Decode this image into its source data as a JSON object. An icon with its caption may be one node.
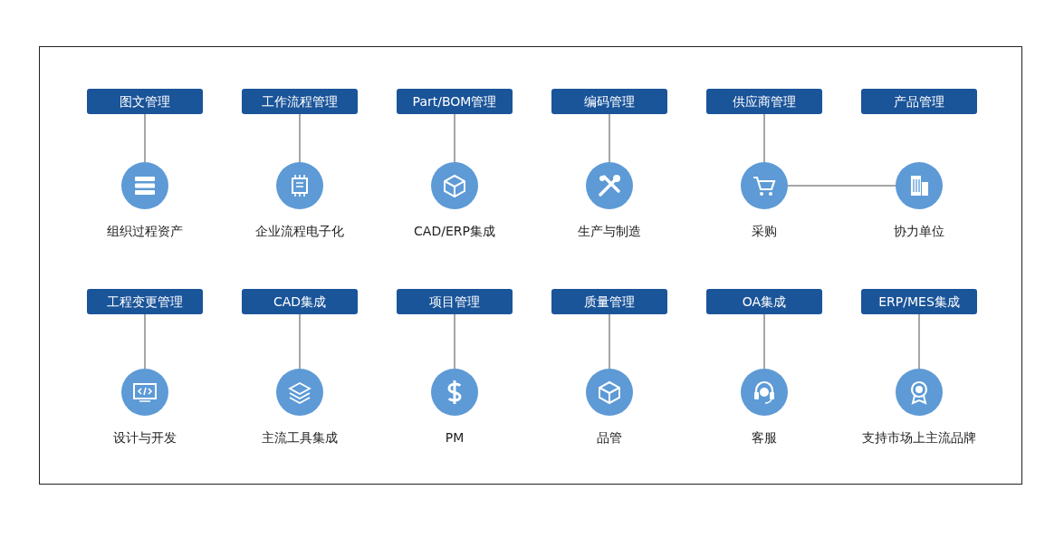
{
  "diagram": {
    "nodes": [
      {
        "text": [
          "图文管理"
        ]
      },
      {
        "text": [
          "工作流程管理"
        ]
      },
      {
        "text": [
          "Part/BOM管理"
        ]
      },
      {
        "text": [
          "编码管理"
        ]
      },
      {
        "text": [
          "供应商管理"
        ]
      },
      {
        "text": [
          "产品管理"
        ]
      },
      {
        "text": [],
        "shape": "circle",
        "beside": [
          "组织过程资产"
        ]
      },
      {
        "text": [],
        "shape": "circle",
        "beside": [
          "企业流程电子化"
        ]
      },
      {
        "text": [],
        "shape": "circle",
        "beside": [
          "CAD/ERP集成"
        ]
      },
      {
        "text": [],
        "shape": "circle",
        "beside": [
          "生产与制造"
        ]
      },
      {
        "text": [],
        "shape": "circle",
        "beside": [
          "采购"
        ]
      },
      {
        "text": [],
        "shape": "circle",
        "beside": [
          "协力单位"
        ]
      },
      {
        "text": [
          "工程变更管理"
        ]
      },
      {
        "text": [
          "CAD集成"
        ]
      },
      {
        "text": [
          "项目管理"
        ]
      },
      {
        "text": [
          "质量管理"
        ]
      },
      {
        "text": [
          "OA集成"
        ]
      },
      {
        "text": [
          "ERP/MES集成"
        ]
      },
      {
        "text": [],
        "shape": "circle",
        "beside": [
          "设计与开发"
        ]
      },
      {
        "text": [],
        "shape": "circle",
        "beside": [
          "主流工具集成"
        ]
      },
      {
        "text": [],
        "shape": "circle",
        "beside": [
          "PM"
        ]
      },
      {
        "text": [],
        "shape": "circle",
        "beside": [
          "品管"
        ]
      },
      {
        "text": [],
        "shape": "circle",
        "beside": [
          "客服"
        ]
      },
      {
        "text": [],
        "shape": "circle",
        "beside": [
          "支持市场上主流品牌"
        ]
      }
    ],
    "edges": [
      {
        "from": 0,
        "to": 6,
        "arrow": "none"
      },
      {
        "from": 1,
        "to": 7,
        "arrow": "none"
      },
      {
        "from": 2,
        "to": 8,
        "arrow": "none"
      },
      {
        "from": 3,
        "to": 9,
        "arrow": "none"
      },
      {
        "from": 4,
        "to": 10,
        "arrow": "none"
      },
      {
        "from": 10,
        "to": 11,
        "arrow": "none"
      },
      {
        "from": 12,
        "to": 18,
        "arrow": "none"
      },
      {
        "from": 13,
        "to": 19,
        "arrow": "none"
      },
      {
        "from": 14,
        "to": 20,
        "arrow": "none"
      },
      {
        "from": 15,
        "to": 21,
        "arrow": "none"
      },
      {
        "from": 16,
        "to": 22,
        "arrow": "none"
      },
      {
        "from": 17,
        "to": 23,
        "arrow": "none"
      }
    ]
  }
}
